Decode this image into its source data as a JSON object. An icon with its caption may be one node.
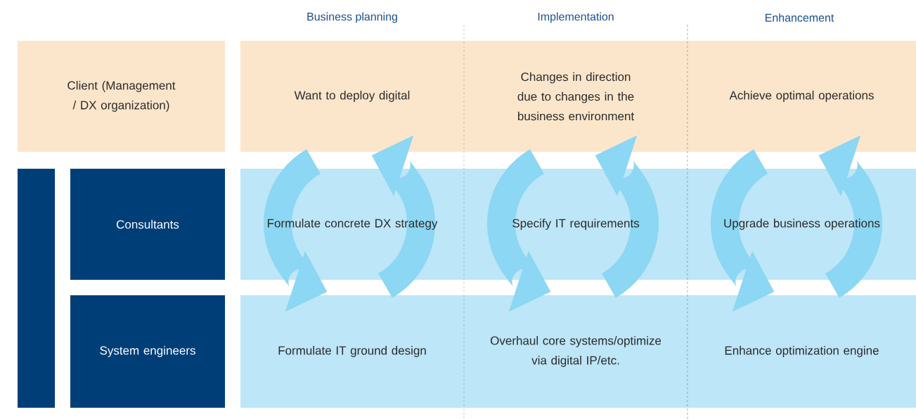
{
  "diagram": {
    "nodes": [
      {
        "text": [
          "Client (Management / DX organization)"
        ]
      },
      {
        "text": [],
        "shape": "bar"
      },
      {
        "text": [
          "Consultants"
        ]
      },
      {
        "text": [
          "System engineers"
        ]
      },
      {
        "text": [
          "Want to deploy digital"
        ]
      },
      {
        "text": [
          "Changes in direction due to changes in the business environment"
        ]
      },
      {
        "text": [
          "Achieve optimal operations"
        ]
      },
      {
        "text": [
          "Formulate concrete DX strategy"
        ]
      },
      {
        "text": [
          "Specify IT requirements"
        ]
      },
      {
        "text": [
          "Upgrade business operations"
        ]
      },
      {
        "text": [
          "Formulate IT ground design"
        ]
      },
      {
        "text": [
          "Overhaul core systems/optimize via digital IP/etc."
        ]
      },
      {
        "text": [
          "Enhance optimization engine"
        ]
      }
    ],
    "labels": [
      "Business planning",
      "Implementation",
      "Enhancement"
    ]
  }
}
